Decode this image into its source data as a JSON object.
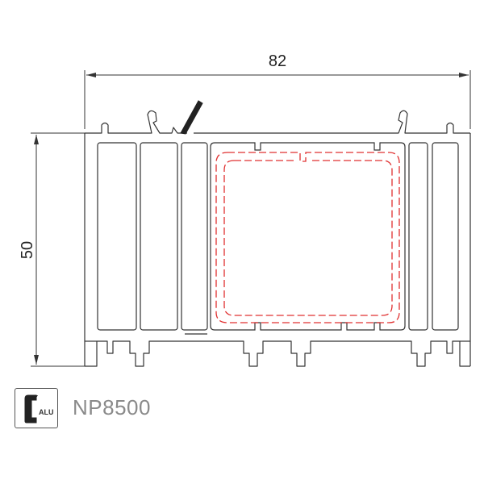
{
  "dimensions": {
    "width_label": "82",
    "height_label": "50"
  },
  "badge": {
    "icon": "aluminium-profile-icon",
    "label": "ALU"
  },
  "product": {
    "code": "NP8500"
  },
  "colors": {
    "outline": "#333333",
    "reinforcement": "#e03030",
    "code_text": "#8a8a8a"
  }
}
